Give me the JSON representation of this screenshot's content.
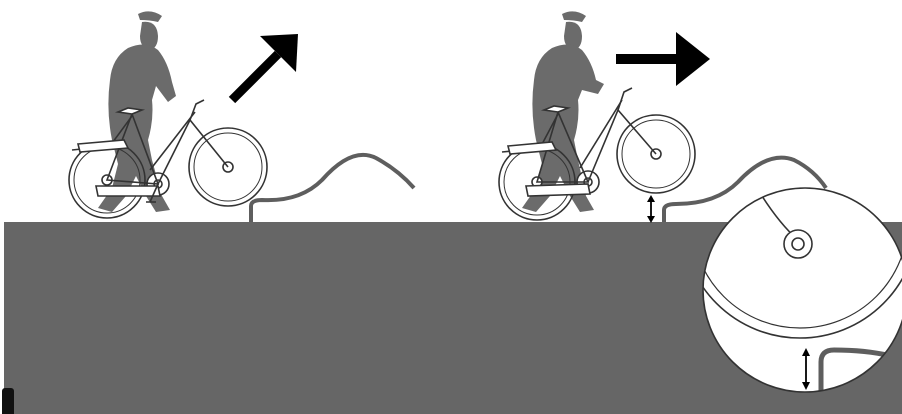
{
  "colors": {
    "background": "#ffffff",
    "ground": "#666666",
    "silhouette": "#6b6b6b",
    "cable": "#5e5e5e",
    "arrow": "#000000",
    "bike_line": "#333333"
  },
  "panels": [
    {
      "label": "",
      "arrow_direction": "up-right",
      "wheel_state": "on-ground"
    },
    {
      "label": "",
      "arrow_direction": "right",
      "wheel_state": "lifted"
    }
  ],
  "magnifier": {
    "shows": "lifted-wheel-gap-detail"
  },
  "icons": {
    "arrow_left": "arrow-up-right-icon",
    "arrow_right": "arrow-right-icon",
    "gap_indicator": "double-arrow-vertical-icon"
  }
}
